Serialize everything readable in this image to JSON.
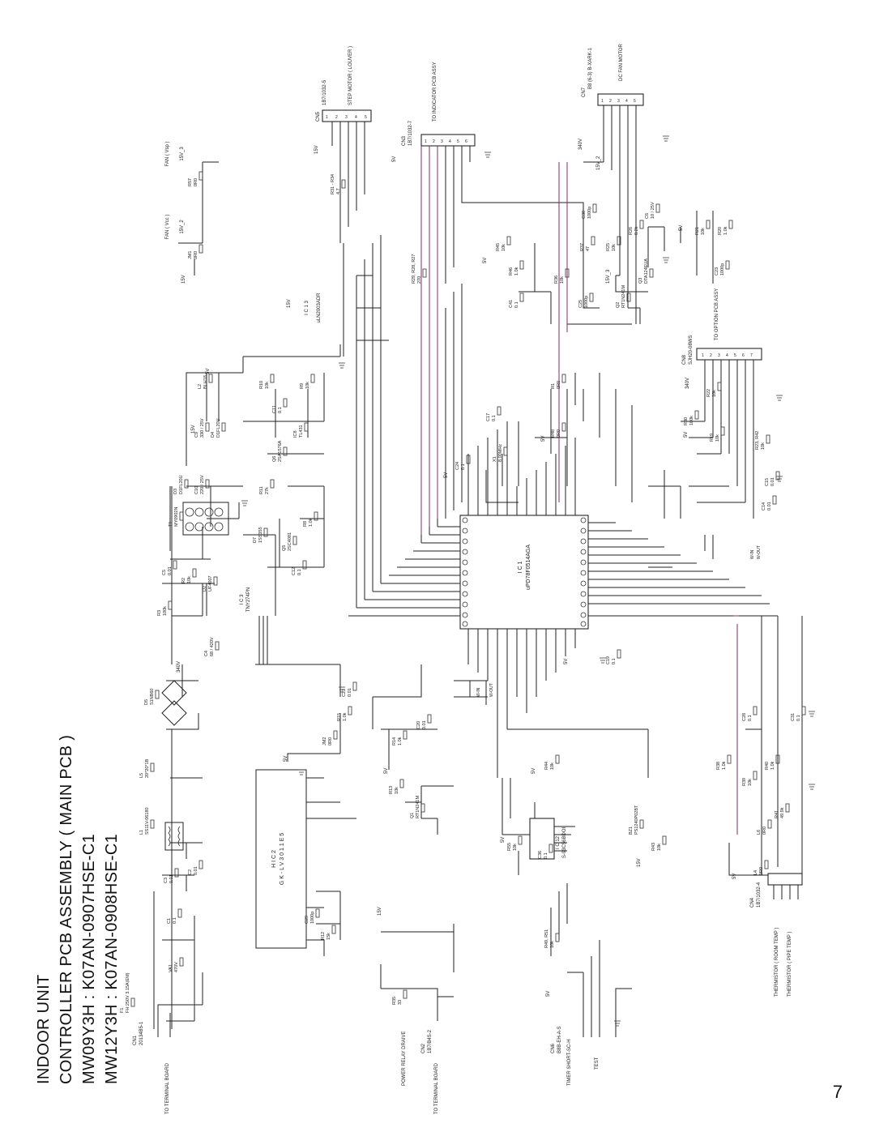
{
  "title": {
    "line1": "INDOOR UNIT",
    "line2": "CONTROLLER PCB ASSEMBLY ( MAIN PCB )",
    "line3": "MW09Y3H : K07AN-0907HSE-C1",
    "line4": "MW12Y3H : K07AN-0908HSE-C1"
  },
  "page_number": "7",
  "connectors": {
    "cn1": {
      "ref": "CN1",
      "part": "20134B5-1",
      "desc": "TO TERMINAL BOARD"
    },
    "cn2": {
      "ref": "CN2",
      "part": "1B7/B4S-2",
      "desc": "TO TERMINAL BOARD",
      "note": "POWER RELAY DRAIVE"
    },
    "cn3": {
      "ref": "CN3",
      "part": "1B7/1032-7",
      "desc": "TO INDICATOR PCB ASSY"
    },
    "cn4": {
      "ref": "CN4",
      "part": "1B7/1032-4",
      "desc1": "THERMISTOR ( ROOM TEMP )",
      "desc2": "THERMISTOR ( PIPE TEMP )"
    },
    "cn5": {
      "ref": "CN5",
      "part": "1B7/1032-5",
      "desc": "STEP MOTOR ( LOUVER )"
    },
    "cn6": {
      "ref": "CN6",
      "part": "B8B-EH-A-S",
      "desc": "TEST",
      "note": "TIMER SHORT-SC-H"
    },
    "cn7": {
      "ref": "CN7",
      "part": "B8 (6-3) B-XARK-1",
      "desc": "DC FAN MOTOR"
    },
    "cn8": {
      "ref": "CN8",
      "part": "SJH20-08WS",
      "desc": "TO OPTION PCB ASSY"
    }
  },
  "ics": {
    "ic1": {
      "ref": "I C 1",
      "part": "uPD78F0514AGA"
    },
    "hic2": {
      "ref": "H I C 2",
      "part": "G K - L V 3 0 1 1 E 5"
    },
    "ic3": {
      "ref": "I C 3",
      "part": "TNY274PN"
    },
    "ic12": {
      "ref": "I C 12",
      "part": "S-93C56BDOI"
    },
    "ic13": {
      "ref": "I C 1 3",
      "part": "uLN2003ADR"
    }
  },
  "rail_labels": {
    "v340": "340V",
    "v15": "15V",
    "v5": "5V",
    "v15_2": "15V_2",
    "v15_3": "15V_3"
  },
  "components": [
    {
      "ref": "F1",
      "val": "FH:250V 3.15A(EM)"
    },
    {
      "ref": "VA1",
      "val": "470V"
    },
    {
      "ref": "C1",
      "val": "0.1"
    },
    {
      "ref": "C3",
      "val": "0.01"
    },
    {
      "ref": "C2",
      "val": "0.01"
    },
    {
      "ref": "L1",
      "val": "SS11V-06180"
    },
    {
      "ref": "L5",
      "val": "20*20*1B"
    },
    {
      "ref": "D5",
      "val": "S1NB60"
    },
    {
      "ref": "C4",
      "val": "68 / 420V"
    },
    {
      "ref": "R3",
      "val": "100k"
    },
    {
      "ref": "C5",
      "val": "0.01"
    },
    {
      "ref": "R2",
      "val": "10k"
    },
    {
      "ref": "D2",
      "val": "UF4007"
    },
    {
      "ref": "T1",
      "val": "MY0902N"
    },
    {
      "ref": "D3",
      "val": "D1FL20U"
    },
    {
      "ref": "C10",
      "val": "220 / 25V"
    },
    {
      "ref": "C9",
      "val": "330 / 25V"
    },
    {
      "ref": "D4",
      "val": "D1FL20U"
    },
    {
      "ref": "L2",
      "val": "BLH18"
    },
    {
      "ref": "R10",
      "val": "10k"
    },
    {
      "ref": "R9",
      "val": "10k"
    },
    {
      "ref": "C11",
      "val": "0.1"
    },
    {
      "ref": "IC8",
      "val": "TL431"
    },
    {
      "ref": "Q6",
      "val": "2SA1576A"
    },
    {
      "ref": "R11",
      "val": "27k"
    },
    {
      "ref": "D7",
      "val": "1SS355"
    },
    {
      "ref": "Q5",
      "val": "2SC4081"
    },
    {
      "ref": "R8",
      "val": "1.0k"
    },
    {
      "ref": "C12",
      "val": "0.1"
    },
    {
      "ref": "C21",
      "val": "0.01"
    },
    {
      "ref": "R15",
      "val": "1.0k"
    },
    {
      "ref": "C20",
      "val": "0.01"
    },
    {
      "ref": "R14",
      "val": "1.0k"
    },
    {
      "ref": "R13",
      "val": "10k"
    },
    {
      "ref": "Q1",
      "val": "RT1N241M"
    },
    {
      "ref": "JM2",
      "val": "0R0"
    },
    {
      "ref": "C29",
      "val": "1000p"
    },
    {
      "ref": "R12",
      "val": "15k"
    },
    {
      "ref": "R35",
      "val": "33"
    },
    {
      "ref": "R49, R51",
      "val": "10k"
    },
    {
      "ref": "R55",
      "val": "10k"
    },
    {
      "ref": "C36",
      "val": "0.1"
    },
    {
      "ref": "R44",
      "val": "10k"
    },
    {
      "ref": "BZ1",
      "val": "PS1240P02BT"
    },
    {
      "ref": "R43",
      "val": "10k"
    },
    {
      "ref": "R38",
      "val": "1.0k"
    },
    {
      "ref": "R39",
      "val": "10k"
    },
    {
      "ref": "R40",
      "val": "1.0k"
    },
    {
      "ref": "R41",
      "val": "49.9k"
    },
    {
      "ref": "C28",
      "val": "0.1"
    },
    {
      "ref": "C31",
      "val": "0.1"
    },
    {
      "ref": "L4",
      "val": "0R0"
    },
    {
      "ref": "L6",
      "val": "0R0"
    },
    {
      "ref": "C19",
      "val": "0.1"
    },
    {
      "ref": "C14",
      "val": "0.01"
    },
    {
      "ref": "C15",
      "val": "0.01"
    },
    {
      "ref": "R19",
      "val": "10k"
    },
    {
      "ref": "R30",
      "val": "100k"
    },
    {
      "ref": "R22",
      "val": "10k"
    },
    {
      "ref": "R23, R42",
      "val": "10k"
    },
    {
      "ref": "X1",
      "val": "8.00MHz"
    },
    {
      "ref": "C17",
      "val": "0.1"
    },
    {
      "ref": "C24",
      "val": "0.1"
    },
    {
      "ref": "R48",
      "val": "0R0"
    },
    {
      "ref": "R1",
      "val": "0R0"
    },
    {
      "ref": "C41",
      "val": "0.1"
    },
    {
      "ref": "R45",
      "val": "10k"
    },
    {
      "ref": "R46",
      "val": "1.0k"
    },
    {
      "ref": "R36",
      "val": "10k"
    },
    {
      "ref": "C25",
      "val": "1000p"
    },
    {
      "ref": "R37",
      "val": "47"
    },
    {
      "ref": "R25",
      "val": "10k"
    },
    {
      "ref": "R26",
      "val": "8.2k"
    },
    {
      "ref": "Q2",
      "val": "RT1N241M"
    },
    {
      "ref": "Q3",
      "val": "DTA124EUA"
    },
    {
      "ref": "C30",
      "val": "1000p"
    },
    {
      "ref": "C6",
      "val": "10 / 25V"
    },
    {
      "ref": "R21",
      "val": "10k"
    },
    {
      "ref": "R20",
      "val": "1.0k"
    },
    {
      "ref": "C23",
      "val": "1000p"
    },
    {
      "ref": "R29, R28, R27",
      "val": "270"
    },
    {
      "ref": "R31 - R34",
      "val": "4.7"
    },
    {
      "ref": "JM1",
      "val": "0R0"
    },
    {
      "ref": "R57",
      "val": "0R0"
    }
  ],
  "fan": {
    "vcc": "FAN ( Vcc )",
    "vsp": "FAN ( Vsp )",
    "v15_2": "15V_2",
    "v15_3": "15V_3"
  },
  "signals": {
    "win": "W-IN",
    "wout": "W-OUT"
  }
}
